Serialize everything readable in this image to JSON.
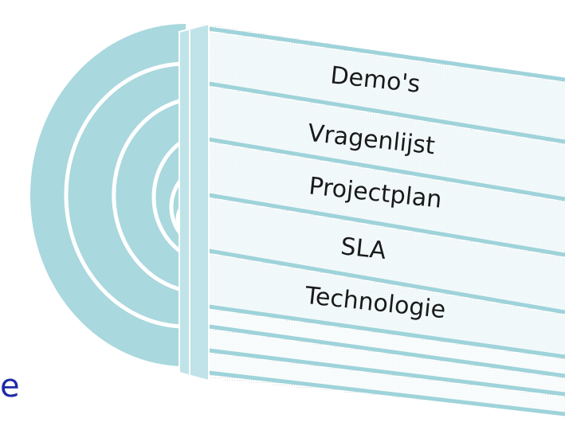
{
  "diagram": {
    "layers": [
      {
        "label": "Demo's"
      },
      {
        "label": "Vragenlijst"
      },
      {
        "label": "Projectplan"
      },
      {
        "label": "SLA"
      },
      {
        "label": "Technologie"
      }
    ],
    "edge_text": "e",
    "colors": {
      "ring_fill": "#a9d8de",
      "ring_line": "#ffffff",
      "band_fill": "#f0f8f9",
      "band_line": "#9ed3da",
      "face_fill": "#bfe3e8"
    }
  }
}
